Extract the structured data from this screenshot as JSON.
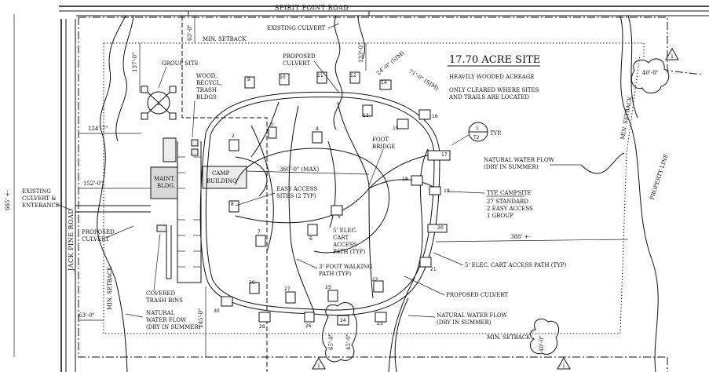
{
  "roads": {
    "spirit_point": "SPIRIT POINT ROAD",
    "jack_pine": "JACK PINE ROAD"
  },
  "title": "17.70 ACRE SITE",
  "notes": {
    "wooded": "HEAVILY WOODED ACREAGE",
    "cleared_1": "ONLY CLEARED WHERE SITES",
    "cleared_2": "AND TRAILS ARE LOCATED"
  },
  "labels": {
    "existing_culvert_top": "EXISTING CULVERT",
    "min_setback_top": "MIN. SETBACK",
    "min_setback_bottom": "MIN. SETBACK",
    "min_setback_left": "MIN. SETBACK",
    "min_setback_right": "MIN. SETBACK",
    "property_line": "PROPERTY LINE",
    "group_site": "GROUP SITE",
    "wood_1": "WOOD,",
    "wood_2": "RECYCL,",
    "wood_3": "TRASH",
    "wood_4": "BLDGS",
    "proposed_culvert_top_1": "PROPOSED",
    "proposed_culvert_top_2": "CULVERT",
    "maint_1": "MAINT.",
    "maint_2": "BLDG.",
    "camp_1": "CAMP",
    "camp_2": "BUILDING",
    "existing_left_1": "EXISTING",
    "existing_left_2": "CULVERT &",
    "existing_left_3": "ENTERANCE",
    "proposed_left_1": "PROPOSED",
    "proposed_left_2": "CULVERT",
    "covered_1": "COVERED",
    "covered_2": "TRASH BINS",
    "nwf_left_1": "NATURAL",
    "nwf_left_2": "WATER FLOW",
    "nwf_left_3": "(DRY IN SUMMER)",
    "easy_1": "EASY ACCESS",
    "easy_2": "SITES (2 TYP)",
    "elec_1": "5' ELEC.",
    "elec_2": "CART",
    "elec_3": "ACCESS",
    "elec_4": "PATH (TYP)",
    "foot_walk_1": "3' FOOT WALKING",
    "foot_walk_2": "PATH (TYP)",
    "foot_bridge_1": "FOOT",
    "foot_bridge_2": "BRIDGE",
    "nwf_right_1": "NATURAL WATER FLOW",
    "nwf_right_2": "(DRY IN SUMMER)",
    "typ_campsite": "TYP. CAMPSITE",
    "standard": "27 STANDARD",
    "easy_access": "2 EASY ACCESS",
    "group": "1 GROUP",
    "elec_path_right": "5' ELEC. CART ACCESS PATH (TYP)",
    "proposed_culvert_bottom": "PROPOSED CULVERT",
    "nwf_bottom_1": "NATURAL WATER FLOW",
    "nwf_bottom_2": "(DRY IN SUMMER)",
    "typ": "TYP.",
    "callout_num": "1",
    "callout_sheet": "T2",
    "triangle": "1"
  },
  "dimensions": {
    "d665": "665' +-",
    "d63_top": "63'-0\"",
    "d137": "137'-0\"",
    "d124": "124'-7\"",
    "d152": "152'-0\"",
    "d63_bot": "63'-0\"",
    "d145": "145'-0\"",
    "d133": "133'-0\"",
    "d24": "24'-0\" (SIM)",
    "d71": "71'-0\" (SIM)",
    "d360": "360'-0\" (MAX)",
    "d388": "388' +-",
    "d40_a": "40'-0\"",
    "d40_b": "40'-0\"",
    "d65": "65'-0\"",
    "d45": "45'-0\""
  },
  "sites": [
    "1",
    "2",
    "3",
    "4",
    "5",
    "6",
    "7",
    "8",
    "9",
    "10",
    "11",
    "12",
    "13",
    "14",
    "15",
    "16",
    "17",
    "18",
    "19",
    "20",
    "21",
    "22",
    "23",
    "24",
    "25",
    "26",
    "27",
    "28",
    "29",
    "30"
  ]
}
